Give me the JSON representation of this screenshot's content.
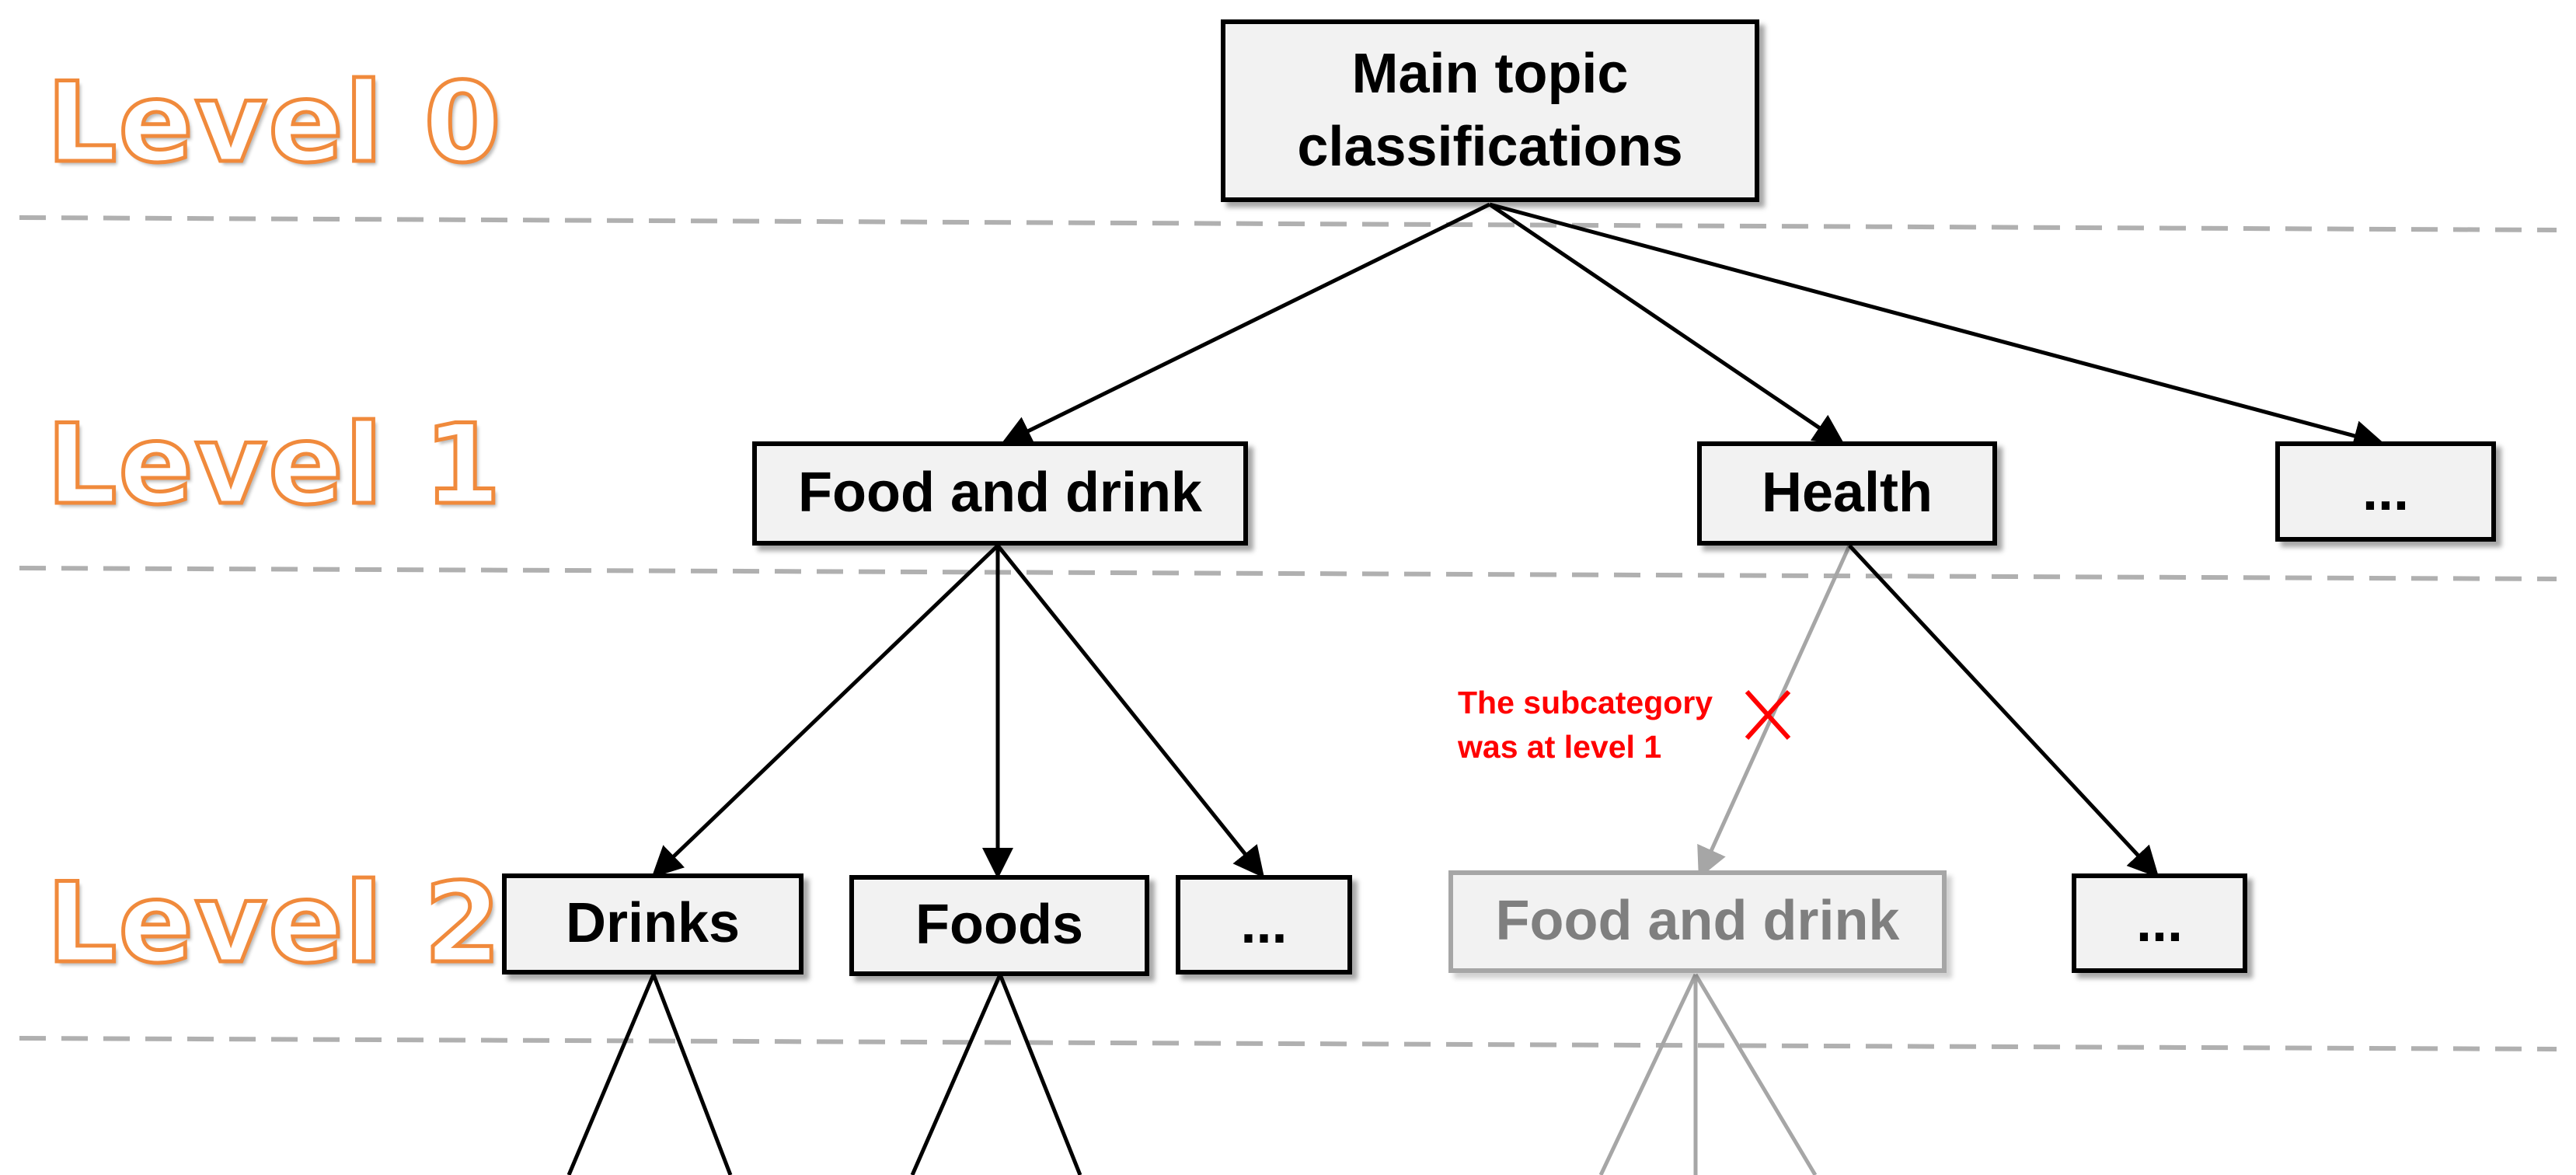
{
  "levels": [
    "Level 0",
    "Level 1",
    "Level 2"
  ],
  "nodes": {
    "root": "Main topic\nclassifications",
    "food_and_drink": "Food and drink",
    "health": "Health",
    "level1_more": "...",
    "drinks": "Drinks",
    "foods": "Foods",
    "food_more": "...",
    "food_and_drink_duplicate": "Food and drink",
    "health_more": "..."
  },
  "note": "The subcategory\nwas at level 1",
  "colors": {
    "level_label_outline": "#f08a3c",
    "note": "#ff0000",
    "faded": "#a6a6a6",
    "node_fill": "#f2f2f2",
    "separator": "#b0b0b0"
  }
}
